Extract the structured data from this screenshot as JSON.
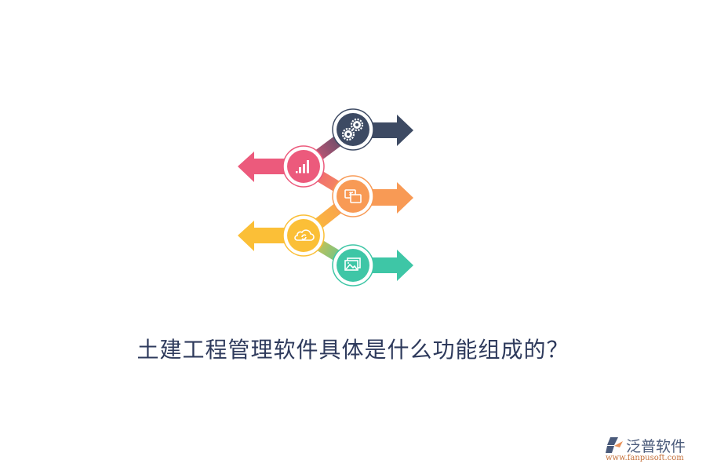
{
  "title": "土建工程管理软件具体是什么功能组成的？",
  "diagram": {
    "steps": [
      {
        "icon": "gears-icon",
        "color": "#3d4a63",
        "direction": "right"
      },
      {
        "icon": "bar-chart-icon",
        "color": "#ec5a7c",
        "direction": "left"
      },
      {
        "icon": "screen-cast-icon",
        "color": "#f89a55",
        "direction": "right"
      },
      {
        "icon": "cloud-sync-icon",
        "color": "#fbbf37",
        "direction": "left"
      },
      {
        "icon": "image-gallery-icon",
        "color": "#3ec6a6",
        "direction": "right"
      }
    ]
  },
  "logo": {
    "name": "泛普软件",
    "url": "www.fanpusoft.com",
    "colors": {
      "mark_blue": "#4a5a7a",
      "mark_orange": "#e8925a"
    }
  }
}
